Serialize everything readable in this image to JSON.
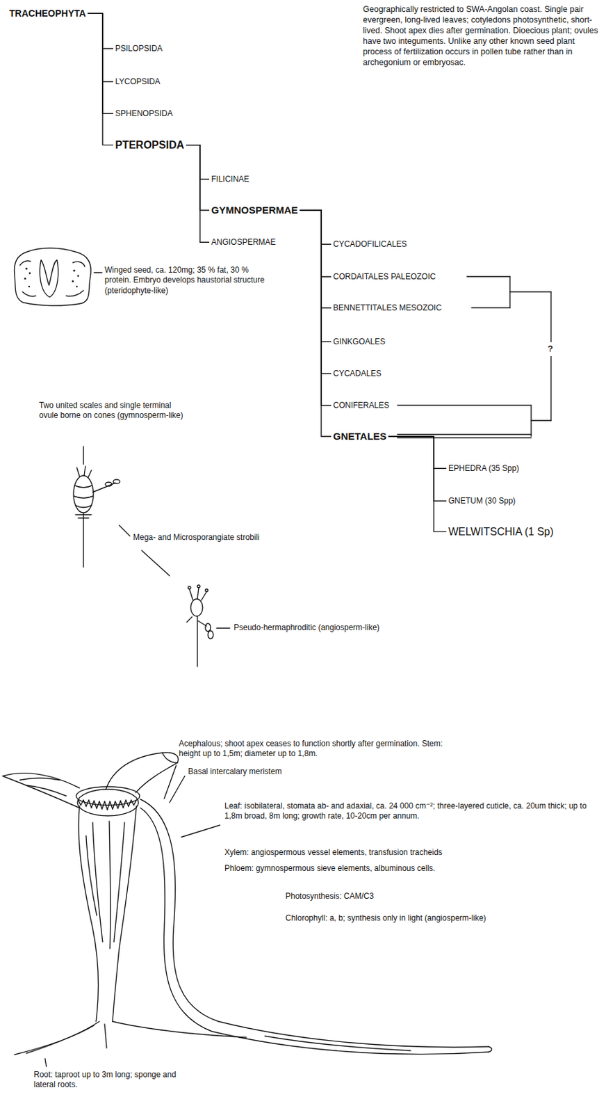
{
  "diagram": {
    "nodes": [
      {
        "text": [
          "TRACHEOPHYTA"
        ]
      },
      {
        "text": [
          "PSILOPSIDA"
        ]
      },
      {
        "text": [
          "LYCOPSIDA"
        ]
      },
      {
        "text": [
          "SPHENOPSIDA"
        ]
      },
      {
        "text": [
          "PTEROPSIDA"
        ]
      },
      {
        "text": [
          "FILICINAE"
        ]
      },
      {
        "text": [
          "GYMNOSPERMAE"
        ]
      },
      {
        "text": [
          "ANGIOSPERMAE"
        ]
      },
      {
        "text": [
          "CYCADOFILICALES"
        ]
      },
      {
        "text": [
          "CORDAITALES PALEOZOIC"
        ]
      },
      {
        "text": [
          "BENNETTITALES MESOZOIC"
        ]
      },
      {
        "text": [
          "GINKGOALES"
        ]
      },
      {
        "text": [
          "CYCADALES"
        ]
      },
      {
        "text": [
          "CONIFERALES"
        ]
      },
      {
        "text": [
          "GNETALES"
        ]
      },
      {
        "text": [
          "EPHEDRA (35 Spp)"
        ]
      },
      {
        "text": [
          "GNETUM (30 Spp)"
        ]
      },
      {
        "text": [
          "WELWITSCHIA (1 Sp)"
        ]
      }
    ],
    "edges": [
      {
        "from": 0,
        "to": 1,
        "arrow": "none"
      },
      {
        "from": 0,
        "to": 2,
        "arrow": "none"
      },
      {
        "from": 0,
        "to": 3,
        "arrow": "none"
      },
      {
        "from": 0,
        "to": 4,
        "arrow": "none"
      },
      {
        "from": 4,
        "to": 5,
        "arrow": "none"
      },
      {
        "from": 4,
        "to": 6,
        "arrow": "none"
      },
      {
        "from": 4,
        "to": 7,
        "arrow": "none"
      },
      {
        "from": 6,
        "to": 8,
        "arrow": "none"
      },
      {
        "from": 6,
        "to": 9,
        "arrow": "none"
      },
      {
        "from": 6,
        "to": 10,
        "arrow": "none"
      },
      {
        "from": 6,
        "to": 11,
        "arrow": "none"
      },
      {
        "from": 6,
        "to": 12,
        "arrow": "none"
      },
      {
        "from": 6,
        "to": 13,
        "arrow": "none"
      },
      {
        "from": 6,
        "to": 14,
        "arrow": "none"
      },
      {
        "from": 14,
        "to": 15,
        "arrow": "none"
      },
      {
        "from": 14,
        "to": 16,
        "arrow": "none"
      },
      {
        "from": 14,
        "to": 17,
        "arrow": "none"
      }
    ],
    "labels": [
      "Geographically restricted to SWA-Angolan coast. Single pair evergreen, long-lived leaves; cotyledons photosynthetic, short-lived. Shoot apex dies after germination. Dioecious plant; ovules have two integuments. Unlike any other known seed plant process of fertilization occurs in pollen tube rather than in archegonium or embryosac.",
      "Winged seed, ca. 120mg; 35 % fat, 30 % protein. Embryo develops haustorial structure (pteridophyte-like)",
      "Two united scales and single terminal ovule borne on cones (gymnosperm-like)",
      "Mega- and Microsporangiate strobili",
      "Pseudo-hermaphroditic (angiosperm-like)",
      "Acephalous; shoot apex ceases to function shortly after germination. Stem: height up to 1,5m; diameter up to 1,8m.",
      "Basal intercalary meristem",
      "Leaf: isobilateral, stomata ab- and adaxial, ca. 24 000 cm⁻²; three-layered cuticle, ca. 20um thick; up to 1,8m broad, 8m long; growth rate, 10-20cm per annum.",
      "Xylem: angiospermous vessel elements, transfusion tracheids",
      "Phloem: gymnospermous sieve elements, albuminous cells.",
      "Photosynthesis: CAM/C3",
      "Chlorophyll: a, b; synthesis only in light (angiosperm-like)",
      "Root: taproot up to 3m long; sponge and lateral roots.",
      "?"
    ]
  }
}
